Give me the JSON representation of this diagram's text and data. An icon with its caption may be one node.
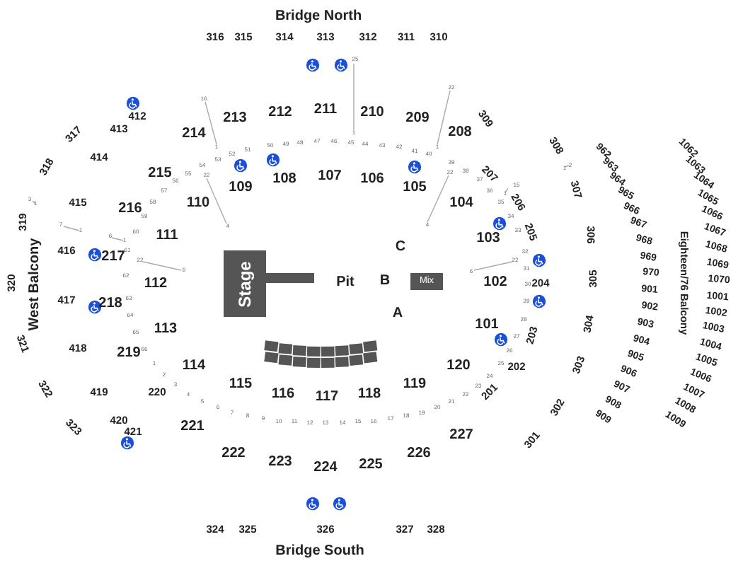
{
  "diagram": {
    "nodes": [
      {
        "text": [
          "Stage"
        ]
      },
      {
        "text": [
          "Mix"
        ]
      }
    ],
    "edges": [],
    "labels": [
      "Bridge North",
      "316",
      "315",
      "314",
      "313",
      "312",
      "311",
      "310",
      "25",
      "16",
      "22",
      "412",
      "210",
      "211",
      "212",
      "213",
      "209",
      "413",
      "317",
      "208",
      "214",
      "1",
      "1",
      "1",
      "414",
      "318",
      "215",
      "22",
      "22",
      "207",
      "108",
      "107",
      "106",
      "109",
      "105",
      "15",
      "1",
      "206",
      "1",
      "2",
      "415",
      "3",
      "1",
      "110",
      "104",
      "216",
      "319",
      "7",
      "1",
      "4",
      "4",
      "111",
      "6",
      "1",
      "103",
      "205",
      "C",
      "416",
      "217",
      "22",
      "22",
      "6",
      "6",
      "320",
      "West Balcony",
      "Pit",
      "B",
      "112",
      "102",
      "204",
      "417",
      "218",
      "A",
      "101",
      "113",
      "203",
      "321",
      "418",
      "219",
      "114",
      "120",
      "202",
      "115",
      "119",
      "322",
      "419",
      "220",
      "116",
      "117",
      "118",
      "201",
      "420",
      "221",
      "323",
      "421",
      "227",
      "226",
      "222",
      "225",
      "223",
      "224",
      "324",
      "325",
      "326",
      "327",
      "328",
      "Bridge South",
      "309",
      "308",
      "307",
      "306",
      "305",
      "304",
      "303",
      "302",
      "301",
      "962",
      "963",
      "964",
      "965",
      "966",
      "967",
      "968",
      "969",
      "970",
      "901",
      "902",
      "903",
      "904",
      "905",
      "906",
      "907",
      "908",
      "909",
      "1062",
      "1063",
      "1064",
      "1065",
      "1066",
      "1067",
      "1068",
      "1069",
      "1070",
      "1001",
      "1002",
      "1003",
      "1004",
      "1005",
      "1006",
      "1007",
      "1008",
      "1009",
      "Eighteen/76 Balcony",
      "1",
      "2",
      "3",
      "4",
      "5",
      "6",
      "7",
      "8",
      "9",
      "10",
      "11",
      "12",
      "13",
      "14",
      "15",
      "16",
      "17",
      "18",
      "19",
      "20",
      "21",
      "22",
      "23",
      "24",
      "25",
      "26",
      "27",
      "28",
      "29",
      "30",
      "31",
      "32",
      "33",
      "34",
      "35",
      "36",
      "37",
      "38",
      "39",
      "40",
      "41",
      "42",
      "43",
      "44",
      "45",
      "46",
      "47",
      "48",
      "49",
      "50",
      "51",
      "52",
      "53",
      "54",
      "55",
      "56",
      "57",
      "58",
      "59",
      "60",
      "61",
      "62",
      "63",
      "64",
      "65",
      "66"
    ]
  }
}
